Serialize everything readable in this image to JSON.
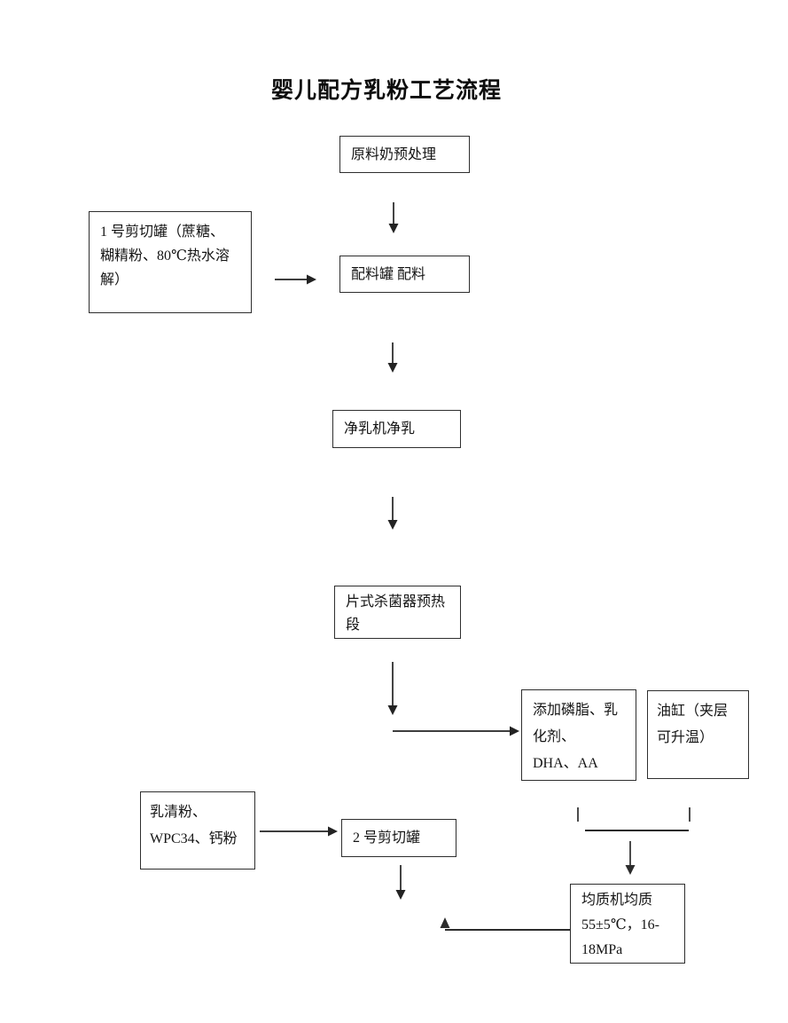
{
  "title": "婴儿配方乳粉工艺流程",
  "nodes": {
    "raw_milk_pretreatment": {
      "label": "原料奶预处理"
    },
    "shear_tank_1": {
      "label": "1 号剪切罐（蔗糖、\n糊精粉、80℃热水溶\n解）"
    },
    "batching_tank": {
      "label": "配料罐 配料"
    },
    "milk_clarifier": {
      "label": "净乳机净乳"
    },
    "plate_sterilizer_preheat": {
      "label": "片式杀菌器预热\n段"
    },
    "additives": {
      "label": "添加磷脂、乳\n化剂、\nDHA、AA"
    },
    "oil_tank": {
      "label": "油缸（夹层\n可升温）"
    },
    "whey_powder": {
      "label": "乳清粉、\nWPC34、钙粉"
    },
    "shear_tank_2": {
      "label": "2 号剪切罐"
    },
    "homogenizer": {
      "label": "均质机均质\n55±5℃，16-\n18MPa"
    }
  },
  "colors": {
    "background": "#ffffff",
    "line": "#232323",
    "box_border": "#2e2e2e",
    "text": "#141414"
  }
}
